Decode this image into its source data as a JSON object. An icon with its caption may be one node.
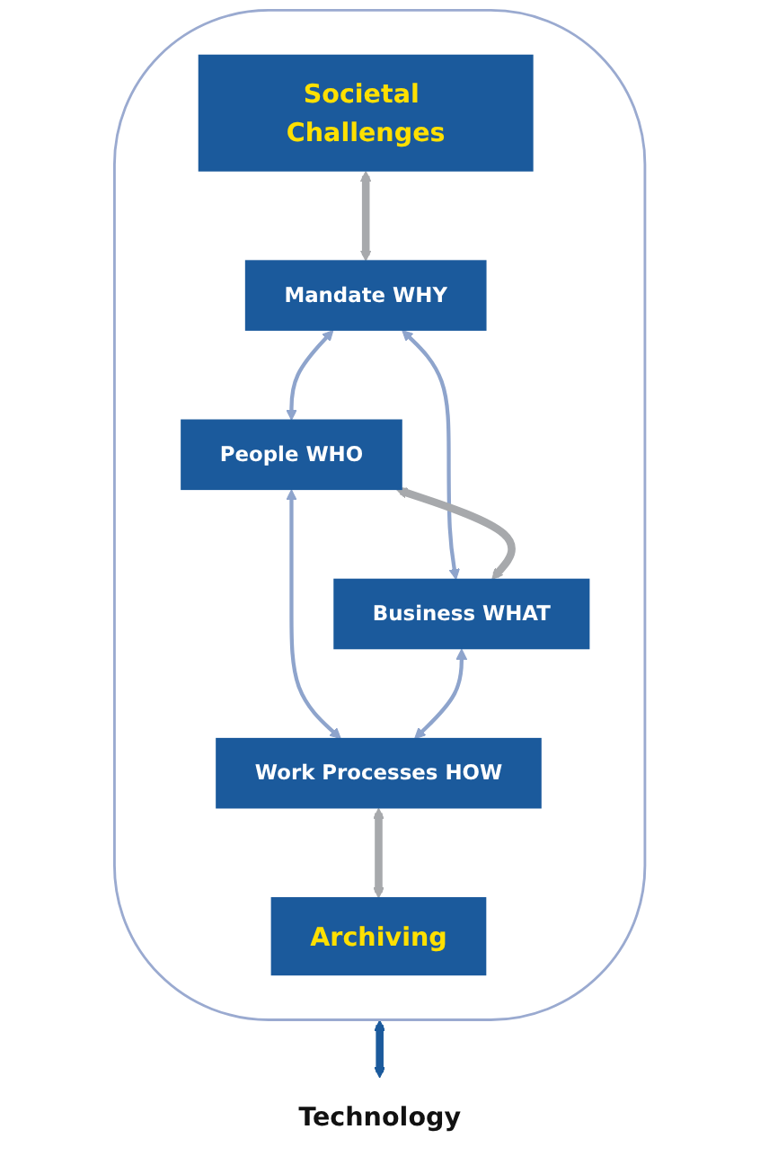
{
  "diagram": {
    "nodes": [
      {
        "text": [],
        "shape": "ellipse"
      },
      {
        "text": [
          "Societal Challenges"
        ],
        "in": 0
      },
      {
        "text": [
          "Mandate WHY"
        ],
        "in": 0
      },
      {
        "text": [
          "People WHO"
        ],
        "in": 0
      },
      {
        "text": [
          "Business WHAT"
        ],
        "in": 0
      },
      {
        "text": [
          "Work Processes HOW"
        ],
        "in": 0
      },
      {
        "text": [
          "Archiving"
        ],
        "in": 0
      },
      {
        "text": [
          "Technology"
        ]
      }
    ],
    "edges": [
      {
        "from": 1,
        "to": 2,
        "arrow": "both",
        "style": "thick",
        "color": "#a7a9ac"
      },
      {
        "from": 2,
        "to": 3,
        "arrow": "both"
      },
      {
        "from": 2,
        "to": 4,
        "arrow": "both"
      },
      {
        "from": 3,
        "to": 4,
        "arrow": "both",
        "style": "thick",
        "color": "#a7a9ac"
      },
      {
        "from": 3,
        "to": 5,
        "arrow": "both"
      },
      {
        "from": 4,
        "to": 5,
        "arrow": "both"
      },
      {
        "from": 5,
        "to": 6,
        "arrow": "both",
        "style": "thick",
        "color": "#a7a9ac"
      },
      {
        "from": 0,
        "to": 7,
        "arrow": "both",
        "style": "thick",
        "color": "#1b5a9c"
      }
    ]
  }
}
